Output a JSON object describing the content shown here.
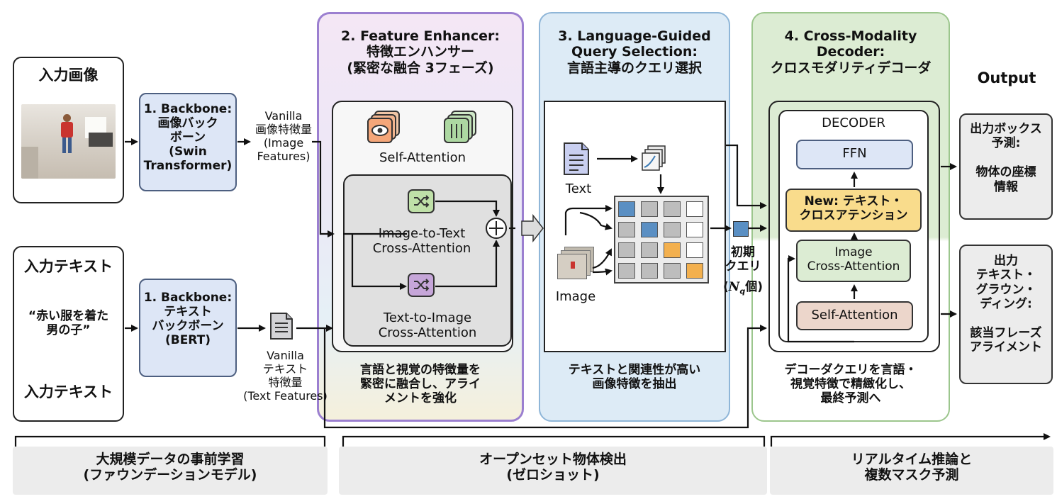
{
  "input": {
    "image_title": "入力画像",
    "text_title": "入力テキスト",
    "text_quote": "“赤い服を着た\n男の子”",
    "text_title_bottom": "入力テキスト"
  },
  "backbone": {
    "image": "1. Backbone:\n画像バック\nボーン\n(Swin\nTransformer)",
    "text": "1. Backbone:\nテキスト\nバックボーン\n(BERT)"
  },
  "features": {
    "image": "Vanilla\n画像特徴量\n(Image\nFeatures)",
    "text": "Vanilla\nテキスト\n特徴量\n(Text Features)"
  },
  "enhancer": {
    "title": "2. Feature Enhancer:\n特徴エンハンサー\n(緊密な融合 3フェーズ)",
    "self_attention": "Self-Attention",
    "i2t": "Image-to-Text\nCross-Attention",
    "t2i": "Text-to-Image\nCross-Attention",
    "caption": "言語と視覚の特徴量を\n緊密に融合し、アライ\nメントを強化"
  },
  "query": {
    "title": "3. Language-Guided\nQuery Selection:\n言語主導のクエリ選択",
    "text_label": "Text",
    "image_label": "Image",
    "caption": "テキストと関連性が高い\n画像特徴を抽出",
    "initial_query": "初期\nクエリ",
    "nq_label": "(Nq個)"
  },
  "decoder": {
    "title": "4. Cross-Modality\nDecoder:\nクロスモダリティデコーダ",
    "inner_title": "DECODER",
    "ffn": "FFN",
    "new_text_attention": "New: テキスト・\nクロスアテンション",
    "image_cross_attention": "Image\nCross-Attention",
    "self_attention": "Self-Attention",
    "caption": "デコーダクエリを言語・\n視覚特徴で精緻化し、\n最終予測へ"
  },
  "output": {
    "title": "Output",
    "box_pred": "出力ボックス\n予測:\n\n物体の座標\n情報",
    "grounding": "出力\nテキスト・\nグラウン・\nディング:\n\n該当フレーズ\nアライメント"
  },
  "bottom": {
    "left": "大規模データの事前学習\n(ファウンデーションモデル)",
    "middle": "オープンセット物体検出\n(ゼロショット)",
    "right": "リアルタイム推論と\n複数マスク予測"
  }
}
